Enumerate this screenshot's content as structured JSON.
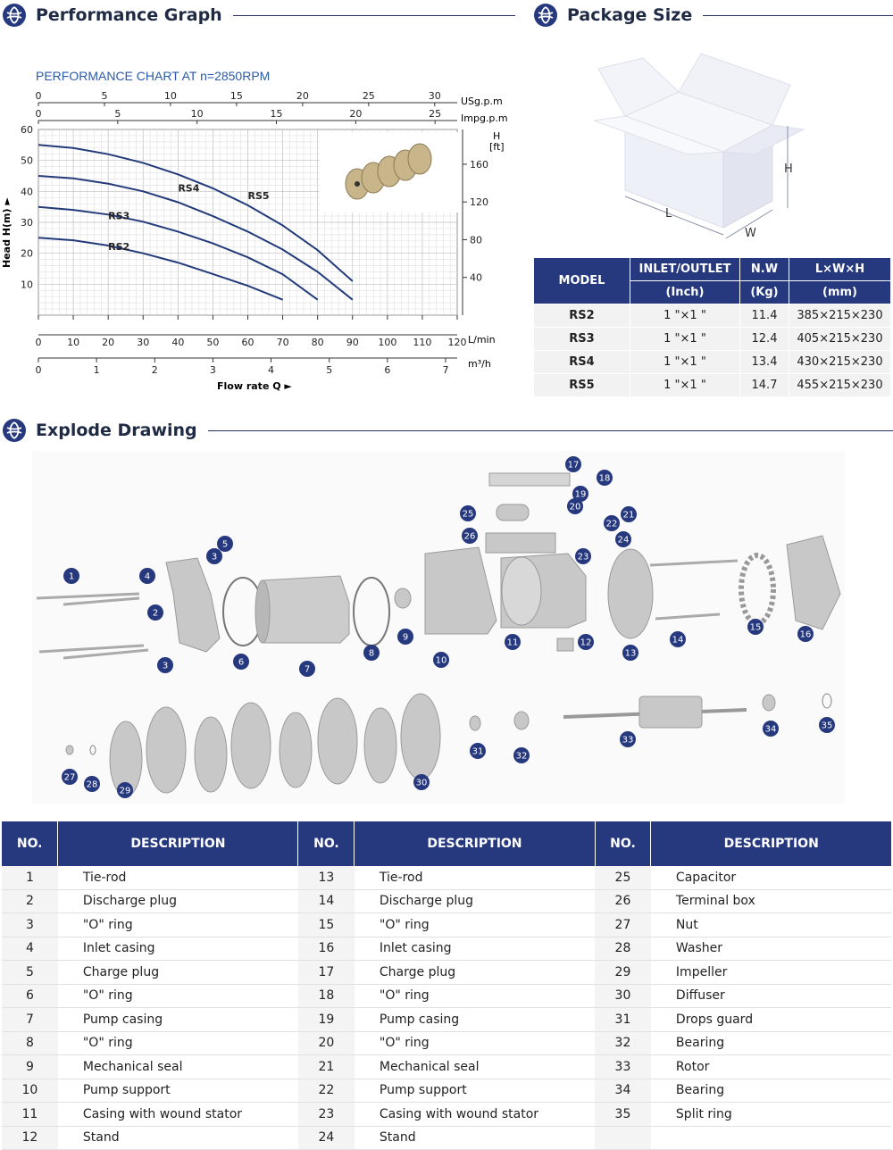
{
  "sections": {
    "performance": "Performance Graph",
    "package": "Package Size",
    "explode": "Explode Drawing"
  },
  "chart_data": {
    "type": "line",
    "title": "PERFORMANCE CHART AT n=2850RPM",
    "x_lmin_ticks": [
      "0",
      "10",
      "20",
      "30",
      "40",
      "50",
      "60",
      "70",
      "80",
      "90",
      "100",
      "110",
      "120"
    ],
    "x_lmin_label": "L/min",
    "x_m3h_ticks": [
      "0",
      "1",
      "2",
      "3",
      "4",
      "5",
      "6",
      "7"
    ],
    "x_m3h_label": "m³/h",
    "x_usgpm_ticks": [
      "0",
      "5",
      "10",
      "15",
      "20",
      "25",
      "30"
    ],
    "x_usgpm_label": "USg.p.m",
    "x_impgpm_ticks": [
      "0",
      "5",
      "10",
      "15",
      "20",
      "25"
    ],
    "x_impgpm_label": "Impg.p.m",
    "y_m_ticks": [
      "10",
      "20",
      "30",
      "40",
      "50",
      "60"
    ],
    "y_ft_ticks": [
      "40",
      "80",
      "120",
      "160"
    ],
    "y_ft_label": "H\n[ft]",
    "ylabel": "Head H(m) ►",
    "xlabel": "Flow rate Q ►",
    "xlim": [
      0,
      120
    ],
    "ylim": [
      0,
      60
    ],
    "series": [
      {
        "name": "RS2",
        "x": [
          0,
          10,
          20,
          30,
          40,
          50,
          60,
          70
        ],
        "y": [
          25,
          24.2,
          22.5,
          20,
          17,
          13.3,
          9.5,
          5
        ]
      },
      {
        "name": "RS3",
        "x": [
          0,
          10,
          20,
          30,
          40,
          50,
          60,
          70,
          80
        ],
        "y": [
          35,
          34,
          32.5,
          30.2,
          27,
          23.2,
          18.7,
          13.2,
          5
        ]
      },
      {
        "name": "RS4",
        "x": [
          0,
          10,
          20,
          30,
          40,
          50,
          60,
          70,
          80,
          90
        ],
        "y": [
          45,
          44.2,
          42.5,
          40,
          36.5,
          32,
          27,
          21.2,
          14,
          5
        ]
      },
      {
        "name": "RS5",
        "x": [
          0,
          10,
          20,
          30,
          40,
          50,
          60,
          70,
          80,
          90
        ],
        "y": [
          55,
          54,
          52,
          49.2,
          45.5,
          41,
          35.5,
          29,
          21,
          11
        ]
      }
    ]
  },
  "package": {
    "box_labels": {
      "h": "H",
      "l": "L",
      "w": "W"
    },
    "headers": {
      "model": "MODEL",
      "io": "INLET/OUTLET",
      "io_unit": "(Inch)",
      "nw": "N.W",
      "nw_unit": "(Kg)",
      "dim": "L×W×H",
      "dim_unit": "(mm)"
    },
    "rows": [
      {
        "model": "RS2",
        "io": "1 \"×1 \"",
        "nw": "11.4",
        "dim": "385×215×230"
      },
      {
        "model": "RS3",
        "io": "1 \"×1 \"",
        "nw": "12.4",
        "dim": "405×215×230"
      },
      {
        "model": "RS4",
        "io": "1 \"×1 \"",
        "nw": "13.4",
        "dim": "430×215×230"
      },
      {
        "model": "RS5",
        "io": "1 \"×1 \"",
        "nw": "14.7",
        "dim": "455×215×230"
      }
    ]
  },
  "parts_table": {
    "h_no": "NO.",
    "h_desc": "DESCRIPTION",
    "rows": [
      [
        [
          "1",
          "Tie-rod"
        ],
        [
          "13",
          "Tie-rod"
        ],
        [
          "25",
          "Capacitor"
        ]
      ],
      [
        [
          "2",
          "Discharge plug"
        ],
        [
          "14",
          "Discharge plug"
        ],
        [
          "26",
          "Terminal box"
        ]
      ],
      [
        [
          "3",
          "\"O\" ring"
        ],
        [
          "15",
          "\"O\" ring"
        ],
        [
          "27",
          "Nut"
        ]
      ],
      [
        [
          "4",
          "Inlet casing"
        ],
        [
          "16",
          "Inlet casing"
        ],
        [
          "28",
          "Washer"
        ]
      ],
      [
        [
          "5",
          "Charge plug"
        ],
        [
          "17",
          "Charge plug"
        ],
        [
          "29",
          "Impeller"
        ]
      ],
      [
        [
          "6",
          "\"O\" ring"
        ],
        [
          "18",
          "\"O\" ring"
        ],
        [
          "30",
          "Diffuser"
        ]
      ],
      [
        [
          "7",
          "Pump casing"
        ],
        [
          "19",
          "Pump casing"
        ],
        [
          "31",
          "Drops guard"
        ]
      ],
      [
        [
          "8",
          "\"O\" ring"
        ],
        [
          "20",
          "\"O\" ring"
        ],
        [
          "32",
          "Bearing"
        ]
      ],
      [
        [
          "9",
          "Mechanical seal"
        ],
        [
          "21",
          "Mechanical seal"
        ],
        [
          "33",
          "Rotor"
        ]
      ],
      [
        [
          "10",
          "Pump support"
        ],
        [
          "22",
          "Pump support"
        ],
        [
          "34",
          "Bearing"
        ]
      ],
      [
        [
          "11",
          "Casing with wound stator"
        ],
        [
          "23",
          "Casing with wound stator"
        ],
        [
          "35",
          "Split ring"
        ]
      ],
      [
        [
          "12",
          "Stand"
        ],
        [
          "24",
          "Stand"
        ],
        [
          "",
          ""
        ]
      ]
    ]
  },
  "callouts": [
    "1",
    "2",
    "3",
    "3",
    "4",
    "5",
    "6",
    "7",
    "8",
    "9",
    "10",
    "11",
    "12",
    "13",
    "14",
    "15",
    "16",
    "17",
    "18",
    "19",
    "20",
    "21",
    "22",
    "23",
    "24",
    "25",
    "26",
    "27",
    "28",
    "29",
    "30",
    "31",
    "32",
    "33",
    "34",
    "35"
  ],
  "colors": {
    "navy": "#26397e",
    "curve": "#233b7a",
    "title_blue": "#2a5aa8"
  }
}
